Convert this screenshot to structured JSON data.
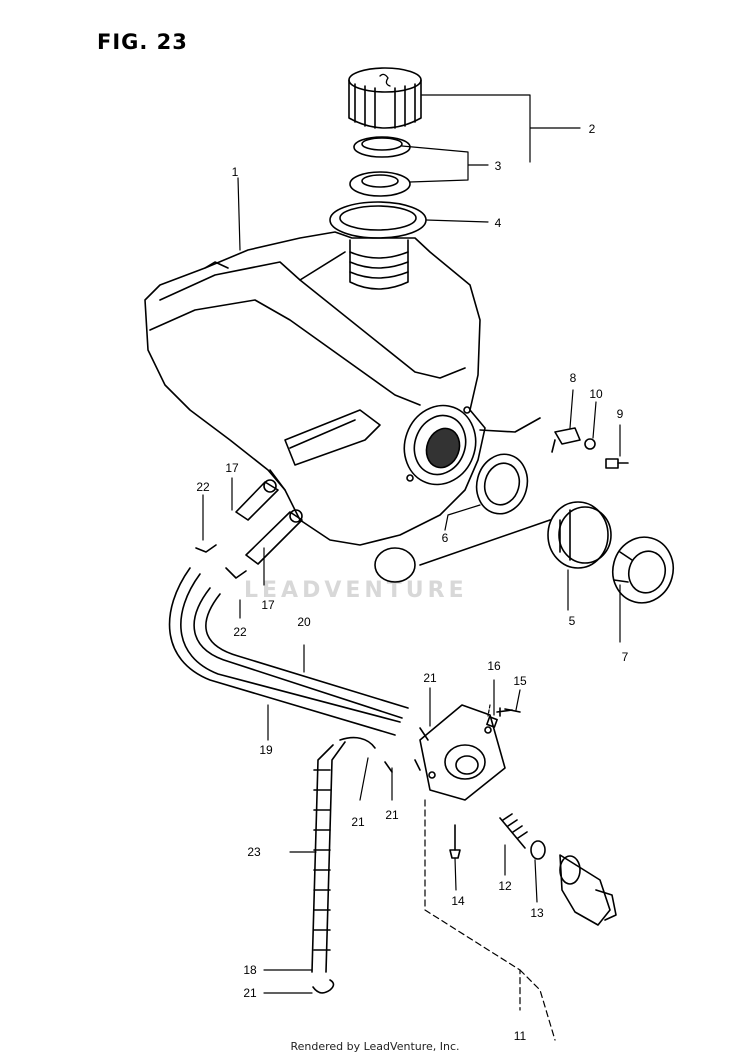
{
  "figure_title": "FIG. 23",
  "watermark": "LEADVENTURE",
  "footer": "Rendered by LeadVenture, Inc.",
  "callouts": [
    "1",
    "2",
    "3",
    "4",
    "5",
    "6",
    "7",
    "8",
    "9",
    "10",
    "11",
    "12",
    "13",
    "14",
    "15",
    "16",
    "17",
    "17",
    "18",
    "19",
    "20",
    "21",
    "21",
    "21",
    "21",
    "22",
    "22",
    "23"
  ]
}
